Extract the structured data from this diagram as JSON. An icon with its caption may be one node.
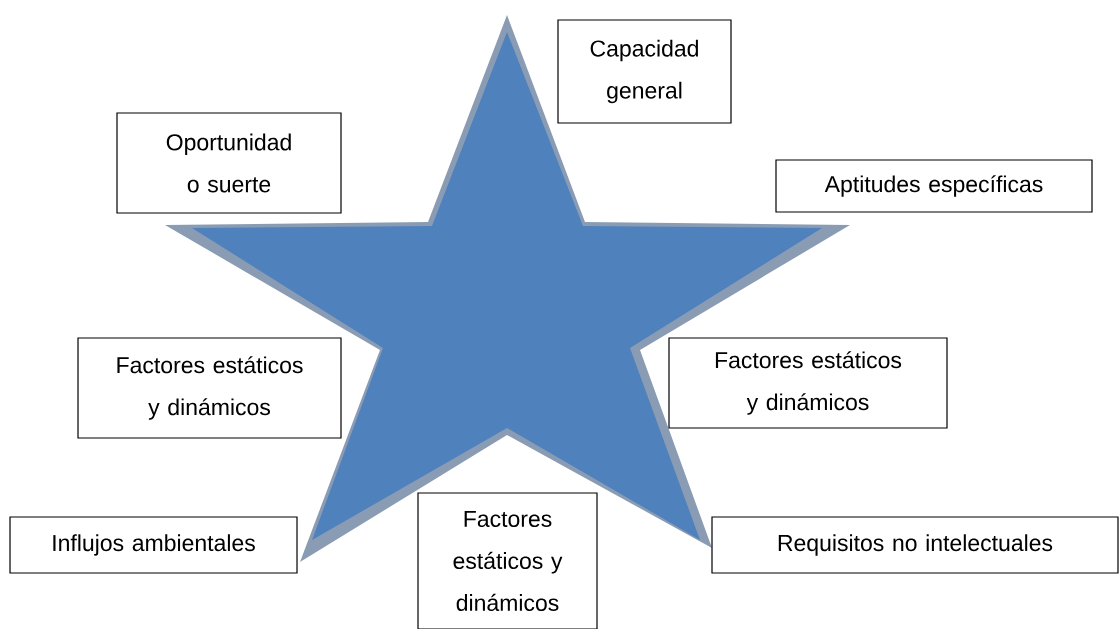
{
  "diagram": {
    "nodes": [
      {
        "text": [
          "Capacidad general"
        ]
      },
      {
        "text": [
          "Oportunidad o suerte"
        ]
      },
      {
        "text": [
          "Aptitudes específicas"
        ]
      },
      {
        "text": [
          "Factores estáticos y dinámicos"
        ]
      },
      {
        "text": [
          "Factores estáticos y dinámicos"
        ]
      },
      {
        "text": [
          "Influjos ambientales"
        ]
      },
      {
        "text": [
          "Factores estáticos y dinámicos"
        ]
      },
      {
        "text": [
          "Requisitos no intelectuales"
        ]
      }
    ]
  }
}
